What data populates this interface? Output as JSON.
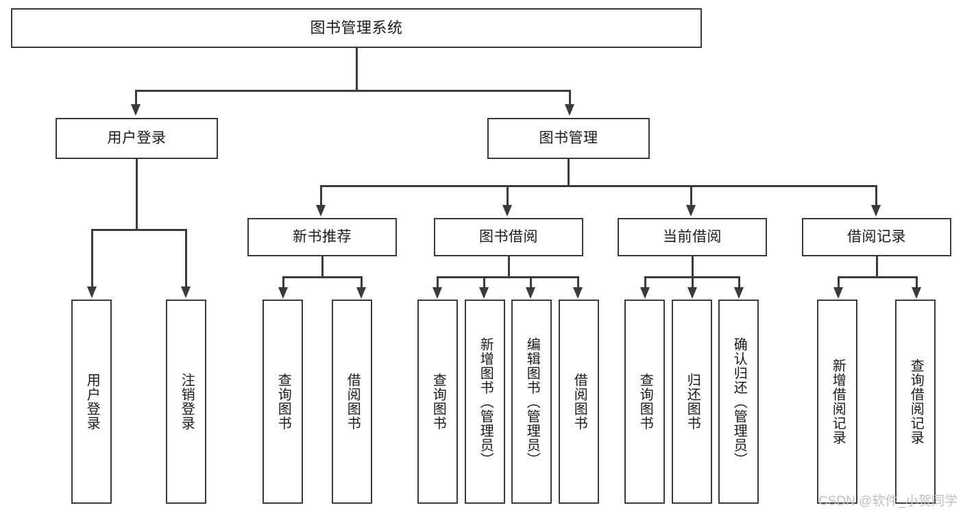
{
  "diagram": {
    "type": "tree-hierarchy-chart",
    "title": "图书管理系统",
    "watermark": "CSDN @软件_小贺同学",
    "colors": {
      "background": "#ffffff",
      "stroke": "#3b3b3b",
      "text": "#1a1a1a",
      "watermark": "#bfbfbf"
    },
    "nodes": {
      "root": {
        "label": "图书管理系统"
      },
      "level2": [
        {
          "label": "用户登录"
        },
        {
          "label": "图书管理"
        }
      ],
      "level3": [
        {
          "label": "新书推荐"
        },
        {
          "label": "图书借阅"
        },
        {
          "label": "当前借阅"
        },
        {
          "label": "借阅记录"
        }
      ],
      "leaves": {
        "user_login": [
          {
            "label": "用户登录"
          },
          {
            "label": "注销登录"
          }
        ],
        "new_book_recommend": [
          {
            "label": "查询图书"
          },
          {
            "label": "借阅图书"
          }
        ],
        "book_borrow": [
          {
            "label": "查询图书"
          },
          {
            "label": "新增图书（管理员）"
          },
          {
            "label": "编辑图书（管理员）"
          },
          {
            "label": "借阅图书"
          }
        ],
        "current_borrow": [
          {
            "label": "查询图书"
          },
          {
            "label": "归还图书"
          },
          {
            "label": "确认归还（管理员）"
          }
        ],
        "borrow_record": [
          {
            "label": "新增借阅记录"
          },
          {
            "label": "查询借阅记录"
          }
        ]
      }
    }
  }
}
